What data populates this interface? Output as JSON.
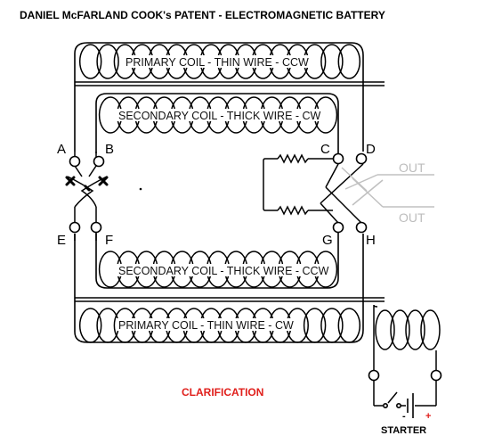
{
  "title": "DANIEL McFARLAND COOK's PATENT  - ELECTROMAGNETIC BATTERY",
  "coils": {
    "top_primary": "PRIMARY COIL - THIN WIRE - CCW",
    "top_secondary": "SECONDARY COIL - THICK WIRE - CW",
    "bottom_secondary": "SECONDARY COIL - THICK WIRE - CCW",
    "bottom_primary": "PRIMARY COIL - THIN WIRE - CW"
  },
  "terminals": {
    "A": "A",
    "B": "B",
    "C": "C",
    "D": "D",
    "E": "E",
    "F": "F",
    "G": "G",
    "H": "H"
  },
  "outputs": {
    "out_1": "OUT",
    "out_2": "OUT"
  },
  "note": "CLARIFICATION",
  "starter": {
    "label": "STARTER",
    "minus": "-",
    "plus": "+"
  },
  "colors": {
    "wire": "#000000",
    "output_wire": "#c0c0c0",
    "note": "#e0201c",
    "plus": "#e0201c"
  }
}
